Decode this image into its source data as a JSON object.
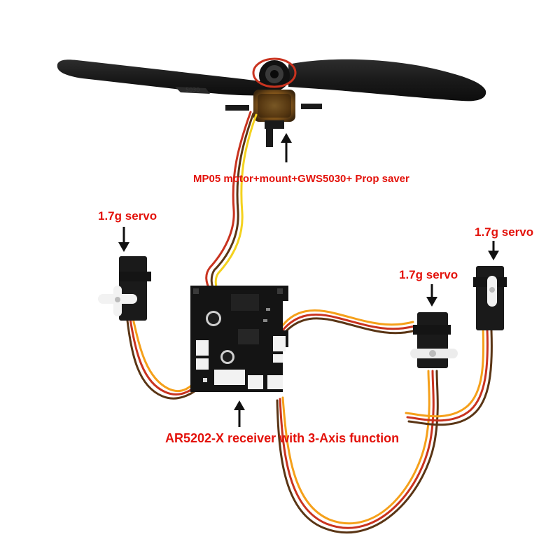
{
  "colors": {
    "label_text": "#e3120b",
    "arrow": "#111111",
    "board": "#141414",
    "propeller": "#1a1a1a",
    "wire_orange": "#f5a01a",
    "wire_red": "#c9331f",
    "wire_brown": "#5a3515",
    "wire_yellow": "#f4d21e",
    "servo_horn": "#f2f2f2"
  },
  "labels": {
    "motor": "MP05 motor+mount+GWS5030+ Prop saver",
    "servo_left": "1.7g servo",
    "servo_right": "1.7g servo",
    "servo_mid": "1.7g servo",
    "receiver": "AR5202-X receiver with 3-Axis function"
  },
  "parts": {
    "propeller": "propeller",
    "motor": "motor",
    "receiver_board": "receiver-board",
    "servos": [
      "servo",
      "servo",
      "servo"
    ]
  }
}
